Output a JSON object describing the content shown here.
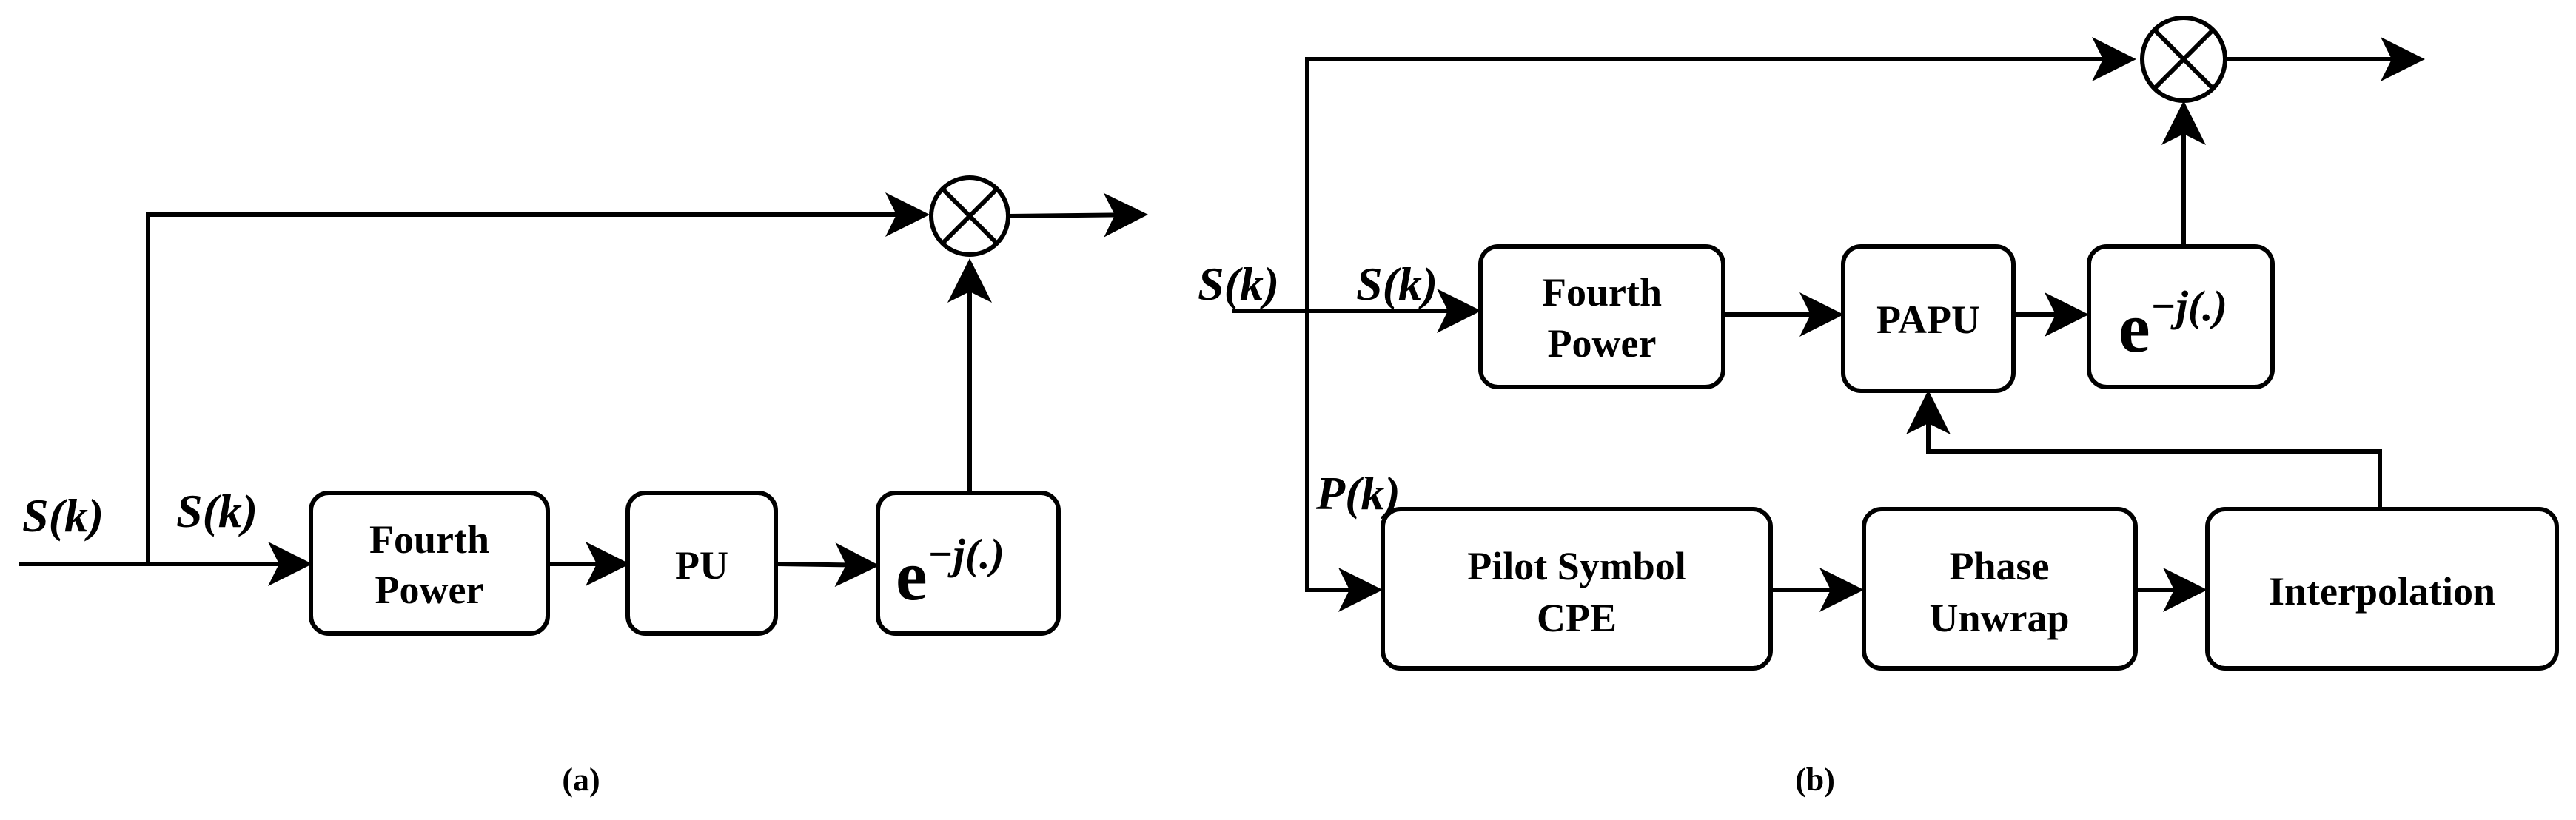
{
  "diagram_a": {
    "caption": "(a)",
    "input_label": "S(k)",
    "branch_label": "S(k)",
    "blocks": {
      "fourth_power": [
        "Fourth",
        "Power"
      ],
      "pu": "PU",
      "exp_base": "e",
      "exp_sup": "−j(.)"
    }
  },
  "diagram_b": {
    "caption": "(b)",
    "input_label": "S(k)",
    "branch_label": "S(k)",
    "pilot_label": "P(k)",
    "blocks": {
      "fourth_power": [
        "Fourth",
        "Power"
      ],
      "papu": "PAPU",
      "exp_base": "e",
      "exp_sup": "−j(.)",
      "pilot_cpe": [
        "Pilot Symbol",
        "CPE"
      ],
      "phase_unwrap": [
        "Phase",
        "Unwrap"
      ],
      "interpolation": "Interpolation"
    }
  },
  "multiplier_symbol": "⊗"
}
